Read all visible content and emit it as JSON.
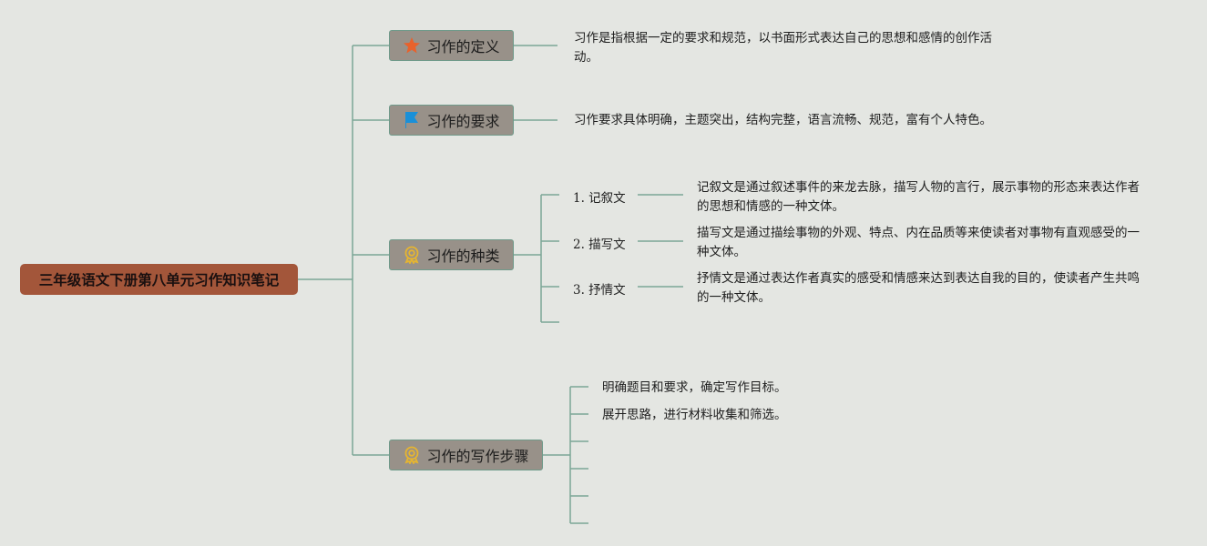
{
  "root": {
    "title": "三年级语文下册第八单元习作知识笔记"
  },
  "branches": [
    {
      "label": "习作的定义",
      "icon": "star-icon",
      "text": "习作是指根据一定的要求和规范，以书面形式表达自己的思想和感情的创作活动。"
    },
    {
      "label": "习作的要求",
      "icon": "flag-icon",
      "text": "习作要求具体明确，主题突出，结构完整，语言流畅、规范，富有个人特色。"
    },
    {
      "label": "习作的种类",
      "icon": "award-icon",
      "children": [
        {
          "label": "1. 记叙文",
          "text": "记叙文是通过叙述事件的来龙去脉，描写人物的言行，展示事物的形态来表达作者的思想和情感的一种文体。"
        },
        {
          "label": "2. 描写文",
          "text": "描写文是通过描绘事物的外观、特点、内在品质等来使读者对事物有直观感受的一种文体。"
        },
        {
          "label": "3. 抒情文",
          "text": "抒情文是通过表达作者真实的感受和情感来达到表达自我的目的，使读者产生共鸣的一种文体。"
        }
      ]
    },
    {
      "label": "习作的写作步骤",
      "icon": "award-icon",
      "children": [
        {
          "text": "明确题目和要求，确定写作目标。"
        },
        {
          "text": "展开思路，进行材料收集和筛选。"
        }
      ]
    }
  ],
  "colors": {
    "root": "#a3563a",
    "branch": "#989189",
    "line": "#6f9a8a",
    "background": "#e4e6e2"
  }
}
